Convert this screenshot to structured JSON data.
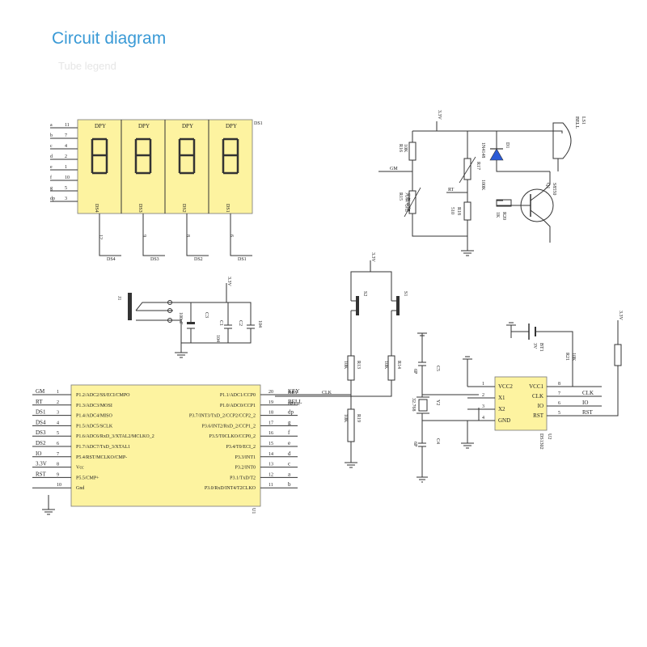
{
  "title": "Circuit diagram",
  "subtitle": "Tube legend",
  "colors": {
    "title": "#3a9ad6",
    "chip": "#fdf3a0",
    "wire": "#333333"
  },
  "display": {
    "header": "DPY",
    "ref": "DS1",
    "digits": [
      "DS4",
      "DS3",
      "DS2",
      "DS1"
    ],
    "segments": [
      "a",
      "b",
      "c",
      "d",
      "e",
      "f",
      "g",
      "dp"
    ],
    "pins": [
      "11",
      "7",
      "4",
      "2",
      "1",
      "10",
      "5",
      "3"
    ],
    "common_pins": [
      "12",
      "9",
      "8",
      "6"
    ]
  },
  "mcu": {
    "ref": "U1",
    "left": [
      {
        "net": "GM",
        "num": "1",
        "fn": "P1.2/ADC2/SS/ECI/CMPO"
      },
      {
        "net": "RT",
        "num": "2",
        "fn": "P1.3/ADC3/MOSI"
      },
      {
        "net": "DS1",
        "num": "3",
        "fn": "P1.4/ADC4/MISO"
      },
      {
        "net": "DS4",
        "num": "4",
        "fn": "P1.5/ADC5/SCLK"
      },
      {
        "net": "DS3",
        "num": "5",
        "fn": "P1.6/ADC6/RxD_3/XTAL2/MCLKO_2"
      },
      {
        "net": "DS2",
        "num": "6",
        "fn": "P1.7/ADC7/TxD_3/XTAL1"
      },
      {
        "net": "IO",
        "num": "7",
        "fn": "P5.4/RST/MCLKO/CMP-"
      },
      {
        "net": "3.3V",
        "num": "8",
        "fn": "Vcc"
      },
      {
        "net": "RST",
        "num": "9",
        "fn": "P5.5/CMP+"
      },
      {
        "net": "",
        "num": "10",
        "fn": "Gnd"
      }
    ],
    "right": [
      {
        "net": "KEY",
        "num": "20",
        "fn": "P1.1/ADC1/CCP0"
      },
      {
        "net": "BELL",
        "num": "19",
        "fn": "P1.0/ADC0/CCP1"
      },
      {
        "net": "dp",
        "num": "18",
        "fn": "P3.7/INT3/TxD_2/CCP2/CCP2_2"
      },
      {
        "net": "g",
        "num": "17",
        "fn": "P3.6/INT2/RxD_2/CCP1_2"
      },
      {
        "net": "f",
        "num": "16",
        "fn": "P3.5/T0CLKO/CCP0_2"
      },
      {
        "net": "e",
        "num": "15",
        "fn": "P3.4/T0/ECI_2"
      },
      {
        "net": "d",
        "num": "14",
        "fn": "P3.3/INT1"
      },
      {
        "net": "c",
        "num": "13",
        "fn": "P3.2/INT0"
      },
      {
        "net": "a",
        "num": "12",
        "fn": "P3.1/TxD/T2"
      },
      {
        "net": "b",
        "num": "11",
        "fn": "P3.0/RxD/INT4/T2CLKO"
      }
    ]
  },
  "rtc": {
    "ref": "DS1302",
    "sub": "U2",
    "left": [
      {
        "num": "1",
        "fn": "VCC2"
      },
      {
        "num": "2",
        "fn": "X1"
      },
      {
        "num": "3",
        "fn": "X2"
      },
      {
        "num": "4",
        "fn": "GND"
      }
    ],
    "right": [
      {
        "num": "8",
        "fn": "VCC1",
        "net": ""
      },
      {
        "num": "7",
        "fn": "CLK",
        "net": "CLK"
      },
      {
        "num": "6",
        "fn": "IO",
        "net": "IO"
      },
      {
        "num": "5",
        "fn": "RST",
        "net": "RST"
      }
    ]
  },
  "sensor": {
    "vcc": "3.3V",
    "labels": [
      "R16",
      "10K",
      "GM",
      "R15",
      "光敏电阻",
      "R17",
      "100K",
      "RT",
      "R18",
      "510",
      "D1",
      "1N4148",
      "R20",
      "1K",
      "Q1",
      "S8550",
      "LS1",
      "BELL"
    ]
  },
  "power": {
    "vcc": "3.3V",
    "labels": [
      "J1",
      "C3",
      "100uF",
      "C1",
      "104",
      "C2",
      "104"
    ]
  },
  "keys": {
    "vcc": "3.3V",
    "labels": [
      "S2",
      "S1",
      "R13",
      "10K",
      "R14",
      "10K",
      "R19",
      "10K",
      "CLK",
      "KEY",
      "BELL"
    ]
  },
  "crystal": {
    "labels": [
      "C5",
      "6P",
      "Y2",
      "32.768",
      "C4",
      "6P"
    ]
  },
  "battery": {
    "vcc": "3.3V",
    "labels": [
      "BT1",
      "3V",
      "R21",
      "10K"
    ]
  }
}
